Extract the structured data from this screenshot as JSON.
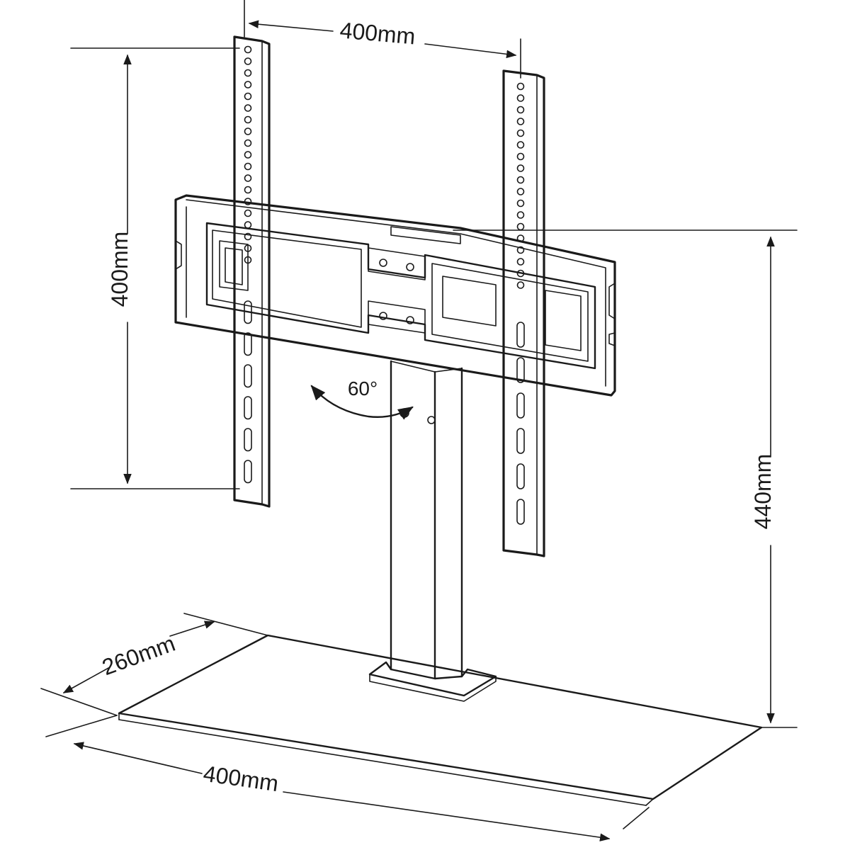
{
  "dimensions": {
    "vesa_width": "400mm",
    "vesa_height": "400mm",
    "stand_height": "440mm",
    "base_depth": "260mm",
    "base_width": "400mm",
    "tilt_angle": "60°"
  }
}
